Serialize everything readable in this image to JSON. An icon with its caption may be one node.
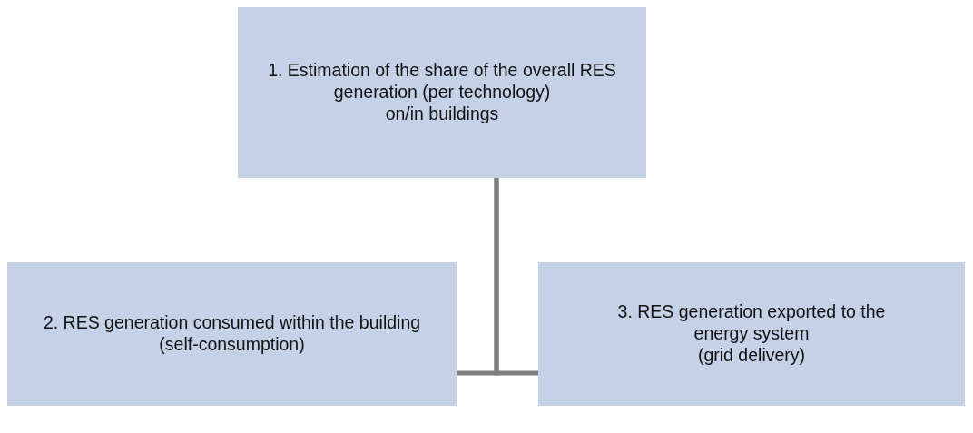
{
  "diagram": {
    "nodes": [
      {
        "text": [
          "1. Estimation of the share of the overall RES generation (per technology)",
          "on/in buildings"
        ]
      },
      {
        "text": [
          "2. RES generation consumed within the building",
          "(self-consumption)"
        ]
      },
      {
        "text": [
          "3. RES generation exported to the energy system",
          "(grid delivery)"
        ]
      }
    ],
    "edges": [
      {
        "from": 0,
        "to": 1,
        "arrow": "none"
      },
      {
        "from": 0,
        "to": 2,
        "arrow": "none"
      }
    ]
  }
}
